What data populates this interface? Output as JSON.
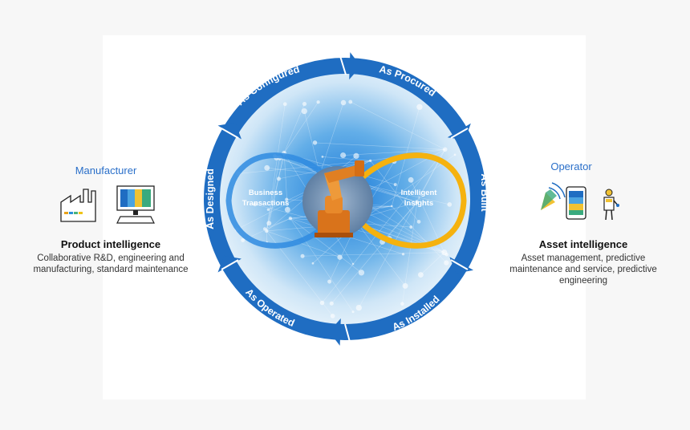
{
  "left_panel": {
    "role": "Manufacturer",
    "title": "Product intelligence",
    "description_lines": [
      "Collaborative R&D, engineering and",
      "manufacturing, standard maintenance"
    ],
    "icons": [
      "factory-icon",
      "computer-monitor-icon"
    ]
  },
  "right_panel": {
    "role": "Operator",
    "title": "Asset intelligence",
    "description_lines": [
      "Asset management, predictive",
      "maintenance and service, predictive",
      "engineering"
    ],
    "icons": [
      "signal-icon",
      "mobile-phone-icon",
      "technician-icon"
    ]
  },
  "cycle": {
    "stages": [
      "As Configured",
      "As Procured",
      "As Built",
      "As Installed",
      "As Operated",
      "As Designed"
    ]
  },
  "center": {
    "left_loop_lines": [
      "Business",
      "Transactions"
    ],
    "right_loop_lines": [
      "Intelligent",
      "Insights"
    ],
    "image": "industrial-robot-arm"
  },
  "colors": {
    "ring_blue": "#1f6dc2",
    "loop_blue": "#2f8be0",
    "loop_yellow": "#f5b20f",
    "accent_text": "#2a6fc9"
  }
}
